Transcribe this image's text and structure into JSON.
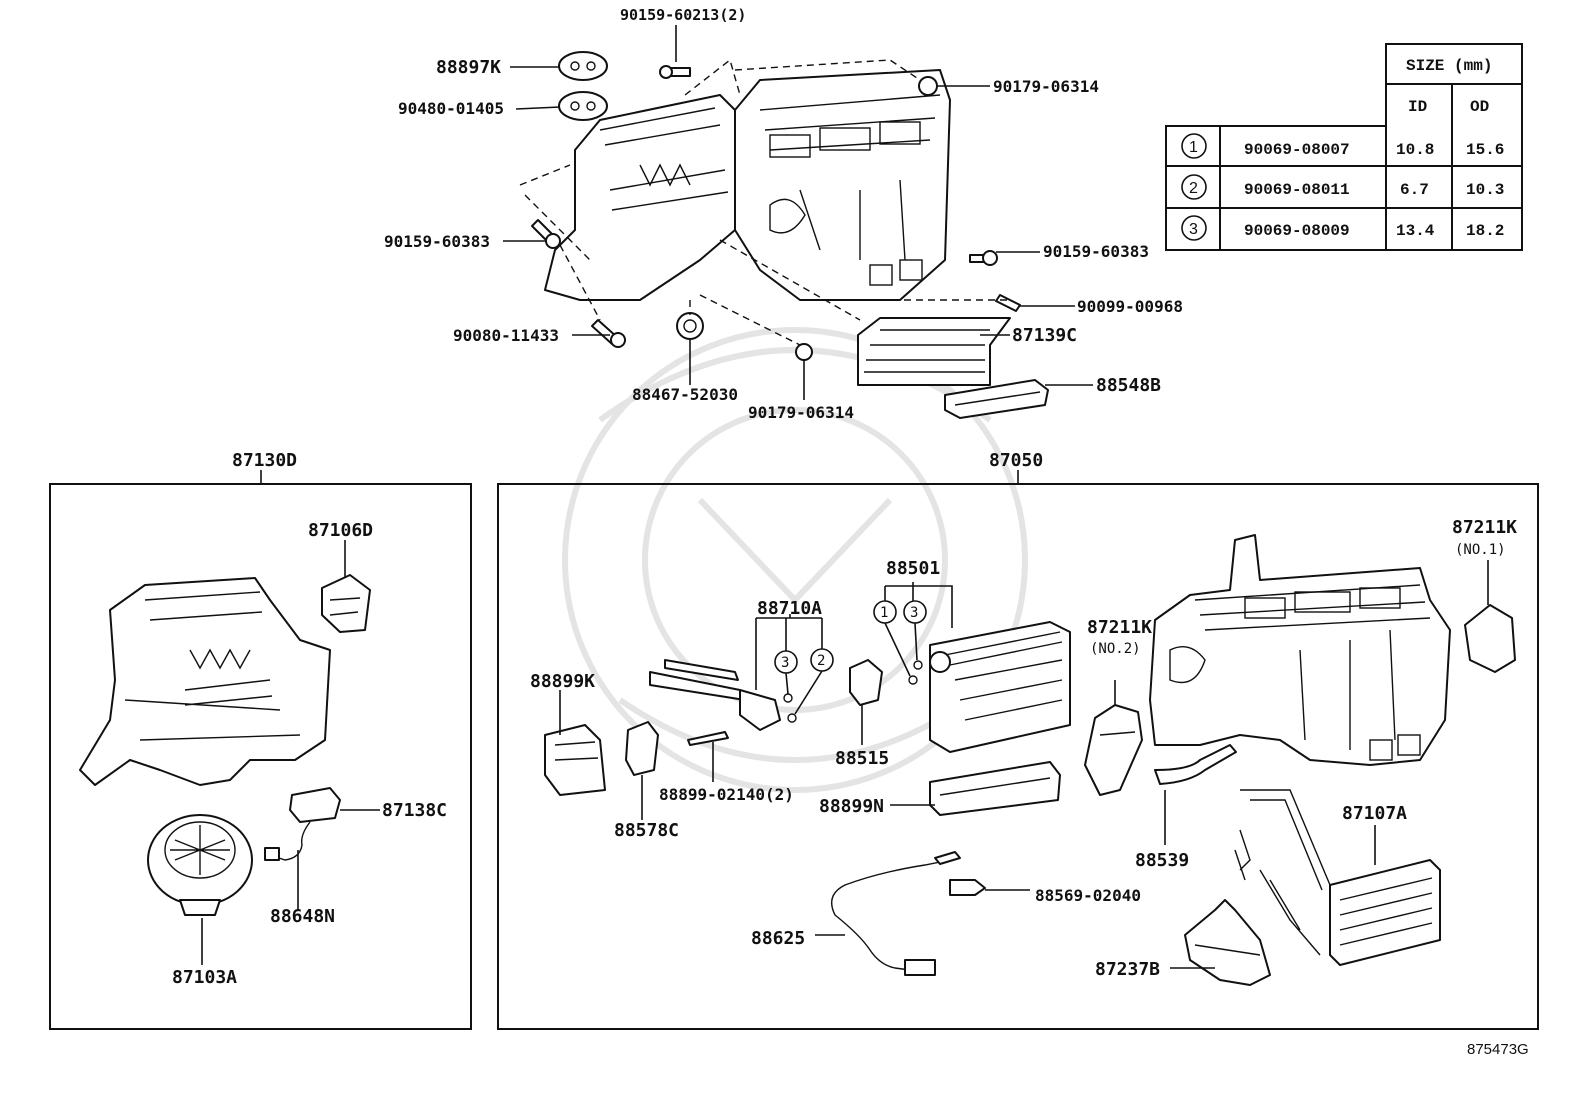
{
  "groups": {
    "blower": "87130D",
    "unit": "87050"
  },
  "labels": {
    "p90159_60213": "90159-60213(2)",
    "p88897K": "88897K",
    "p90480_01405": "90480-01405",
    "p90179_06314_top": "90179-06314",
    "p90159_60383_left": "90159-60383",
    "p90159_60383_right": "90159-60383",
    "p90099_00968": "90099-00968",
    "p90080_11433": "90080-11433",
    "p87139C": "87139C",
    "p88467_52030": "88467-52030",
    "p90179_06314_bot": "90179-06314",
    "p88548B": "88548B",
    "p87106D": "87106D",
    "p87138C": "87138C",
    "p88648N": "88648N",
    "p87103A": "87103A",
    "p88501": "88501",
    "p88710A": "88710A",
    "p88899K": "88899K",
    "p88515": "88515",
    "p88578C": "88578C",
    "p88899_02140": "88899-02140(2)",
    "p88899N": "88899N",
    "p87211K_no2": "87211K",
    "p87211K_no2_sub": "(NO.2)",
    "p87211K_no1": "87211K",
    "p87211K_no1_sub": "(NO.1)",
    "p88539": "88539",
    "p87107A": "87107A",
    "p88569_02040": "88569-02040",
    "p88625": "88625",
    "p87237B": "87237B"
  },
  "callouts": {
    "c1": "1",
    "c2": "2",
    "c3": "3"
  },
  "size_table": {
    "header": "SIZE (mm)",
    "col_id": "ID",
    "col_od": "OD",
    "rows": [
      {
        "ref": "1",
        "part": "90069-08007",
        "id": "10.8",
        "od": "15.6"
      },
      {
        "ref": "2",
        "part": "90069-08011",
        "id": "6.7",
        "od": "10.3"
      },
      {
        "ref": "3",
        "part": "90069-08009",
        "id": "13.4",
        "od": "18.2"
      }
    ]
  },
  "drawing_number": "875473G"
}
